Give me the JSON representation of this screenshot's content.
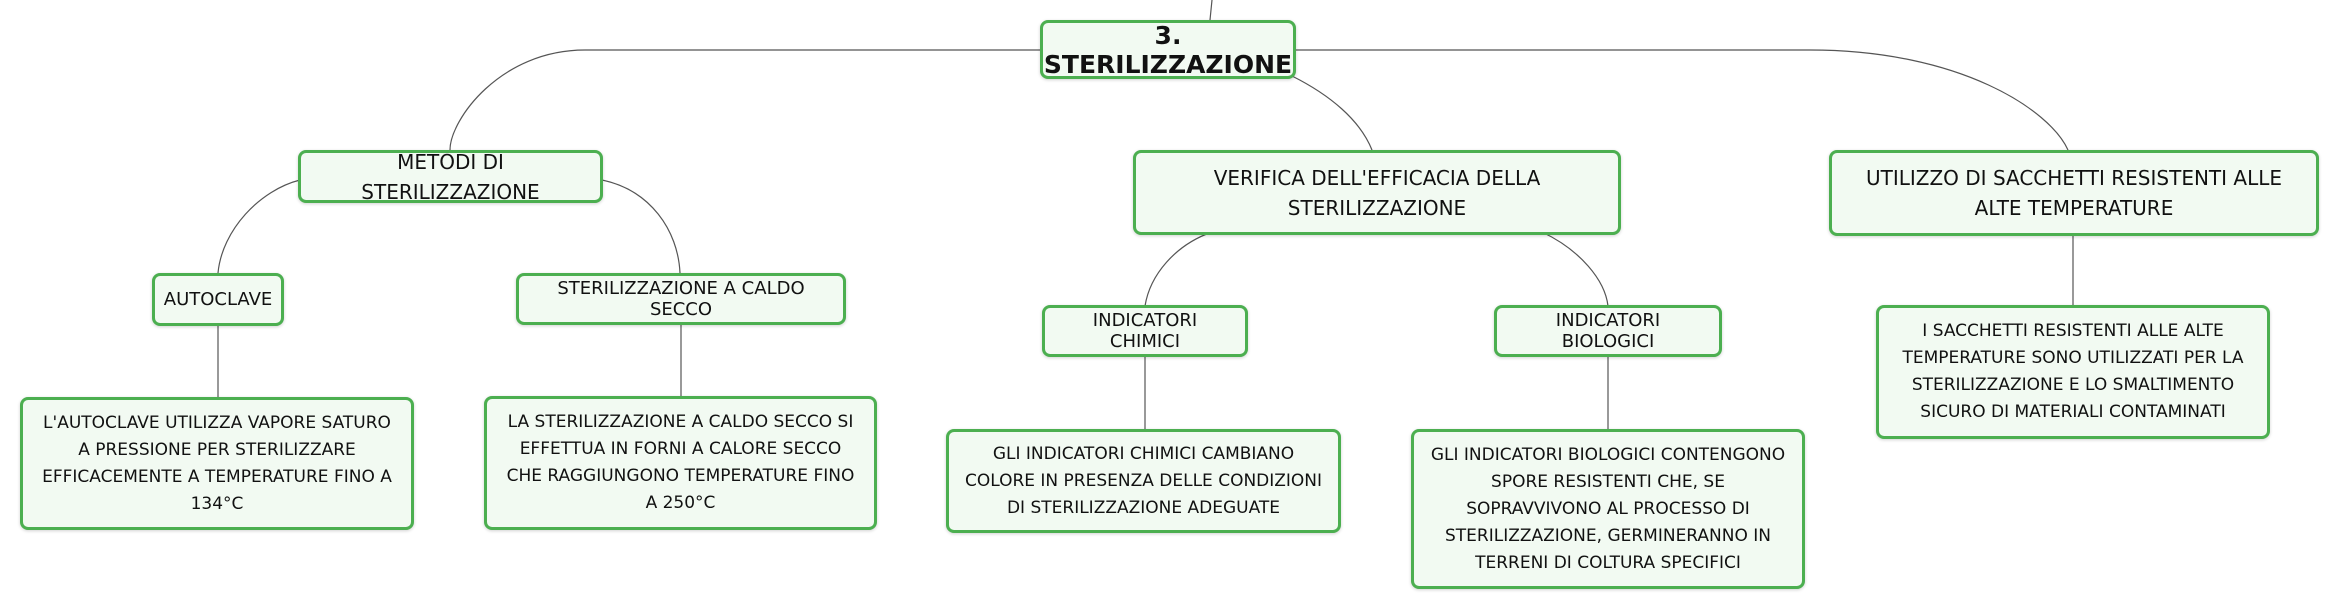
{
  "mindmap": {
    "root": {
      "label": "3. STERILIZZAZIONE"
    },
    "branches": [
      {
        "label": "METODI DI STERILIZZAZIONE",
        "children": [
          {
            "label": "AUTOCLAVE",
            "detail": "L'AUTOCLAVE UTILIZZA VAPORE SATURO A PRESSIONE PER STERILIZZARE EFFICACEMENTE A TEMPERATURE FINO A 134°C"
          },
          {
            "label": "STERILIZZAZIONE A CALDO SECCO",
            "detail": "LA STERILIZZAZIONE A CALDO SECCO SI EFFETTUA IN FORNI A CALORE SECCO CHE RAGGIUNGONO TEMPERATURE FINO A 250°C"
          }
        ]
      },
      {
        "label": "VERIFICA DELL'EFFICACIA DELLA STERILIZZAZIONE",
        "children": [
          {
            "label": "INDICATORI CHIMICI",
            "detail": "GLI INDICATORI CHIMICI CAMBIANO COLORE IN PRESENZA DELLE CONDIZIONI DI STERILIZZAZIONE ADEGUATE"
          },
          {
            "label": "INDICATORI BIOLOGICI",
            "detail": "GLI INDICATORI BIOLOGICI CONTENGONO SPORE RESISTENTI CHE, SE SOPRAVVIVONO AL PROCESSO DI STERILIZZAZIONE, GERMINERANNO IN TERRENI DI COLTURA SPECIFICI"
          }
        ]
      },
      {
        "label": "UTILIZZO DI SACCHETTI RESISTENTI ALLE ALTE TEMPERATURE",
        "detail": "I SACCHETTI RESISTENTI ALLE ALTE TEMPERATURE SONO UTILIZZATI PER LA STERILIZZAZIONE E LO SMALTIMENTO SICURO DI MATERIALI CONTAMINATI"
      }
    ],
    "colors": {
      "border": "#4caf50",
      "fill": "#f2faf2",
      "line": "#555555"
    }
  }
}
